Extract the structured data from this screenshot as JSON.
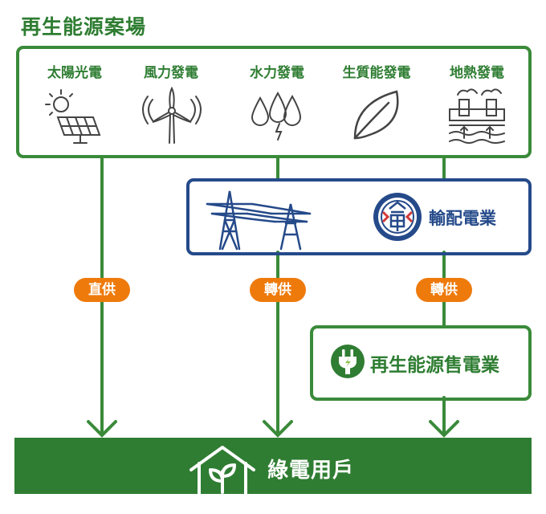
{
  "title": "再生能源案場",
  "sources": [
    {
      "label": "太陽光電",
      "icon": "solar-panel-icon"
    },
    {
      "label": "風力發電",
      "icon": "wind-turbine-icon"
    },
    {
      "label": "水力發電",
      "icon": "water-drops-icon"
    },
    {
      "label": "生質能發電",
      "icon": "leaf-icon"
    },
    {
      "label": "地熱發電",
      "icon": "geothermal-plant-icon"
    }
  ],
  "grid": {
    "label": "輸配電業",
    "logo": "taipower-logo",
    "icon": "transmission-tower-icon"
  },
  "retailer": {
    "label": "再生能源售電業",
    "icon": "power-plug-icon"
  },
  "consumer": {
    "label": "綠電用戶",
    "icon": "house-plant-icon"
  },
  "flows": [
    {
      "label": "直供"
    },
    {
      "label": "轉供"
    },
    {
      "label": "轉供"
    }
  ],
  "colors": {
    "green": "#2f7d32",
    "navy": "#254a8a",
    "orange": "#ee7a0c"
  }
}
